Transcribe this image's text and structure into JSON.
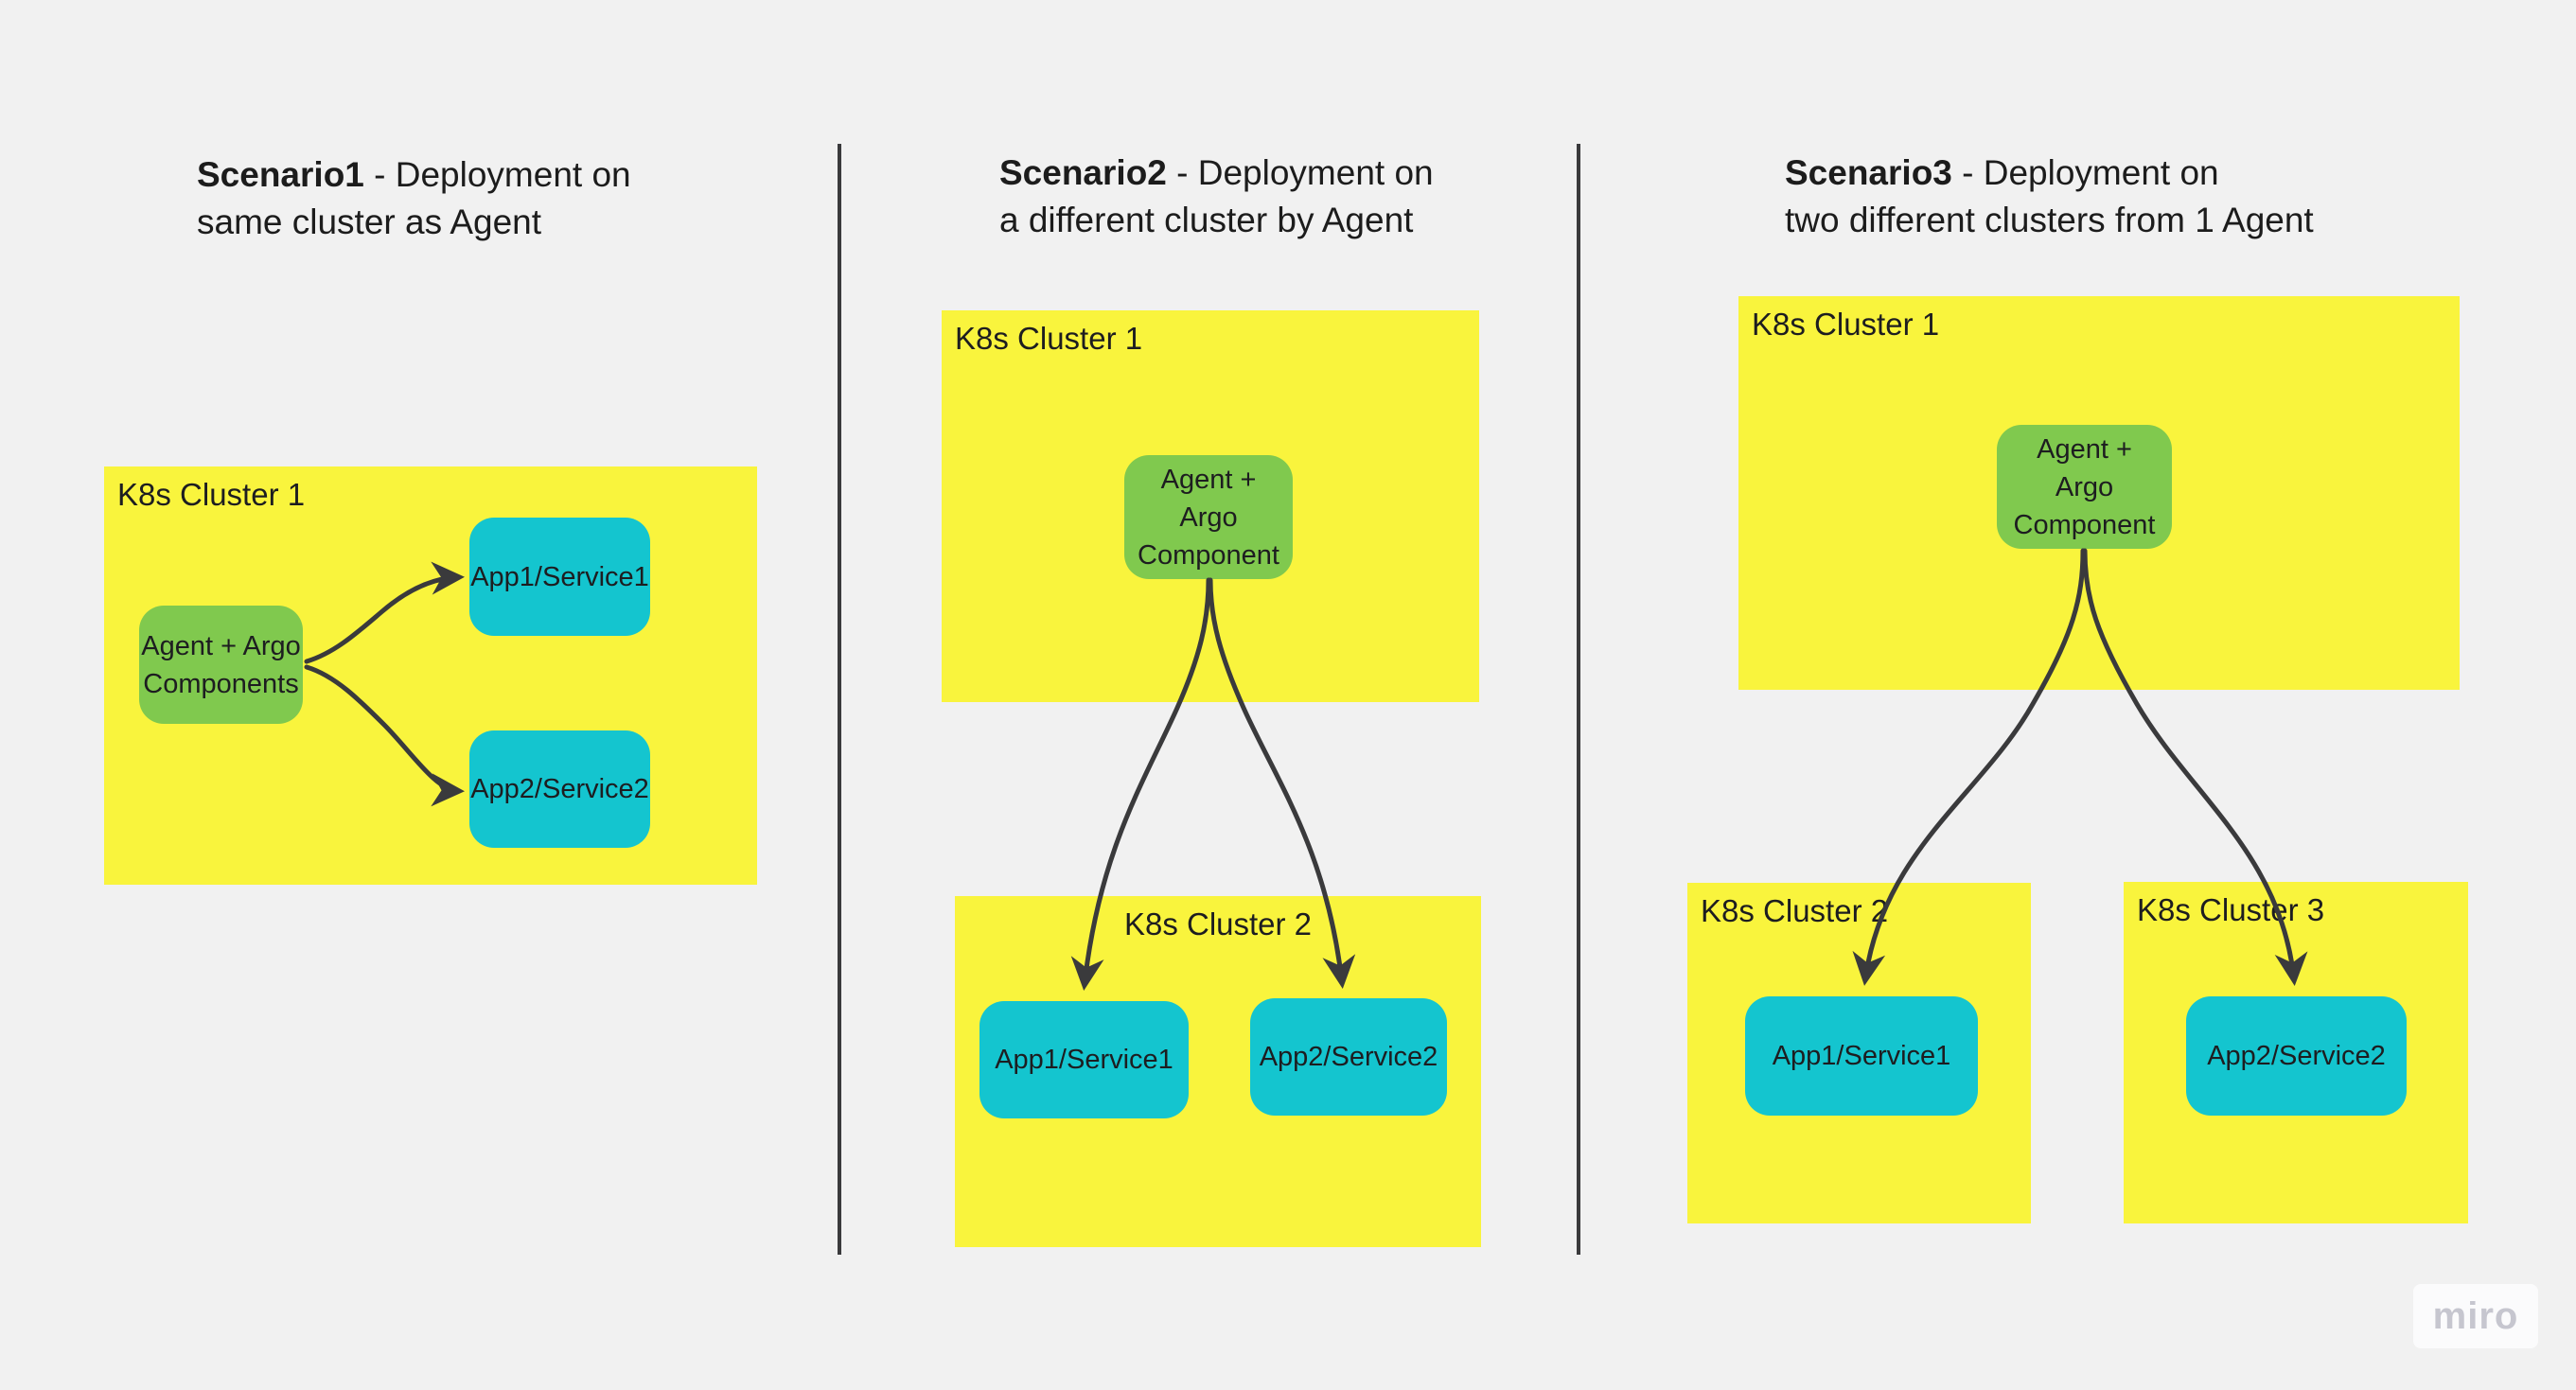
{
  "board": {
    "watermark": "miro"
  },
  "palette": {
    "bg": "#F1F1F1",
    "yellow": "#F9F43D",
    "green": "#80C94E",
    "cyan": "#14C5CF",
    "ink": "#1D1D20",
    "line": "#3A3A3C",
    "wm-bg": "#FBFBFC",
    "wm-text": "#C6C6CF"
  },
  "scenarios": [
    {
      "title_bold": "Scenario1",
      "title_rest": " - Deployment on",
      "title_line2": "same cluster as Agent",
      "cluster1_label": "K8s Cluster 1",
      "agent_lines": [
        "Agent + Argo",
        "Components"
      ],
      "app1_label": "App1/Service1",
      "app2_label": "App2/Service2"
    },
    {
      "title_bold": "Scenario2",
      "title_rest": " - Deployment on",
      "title_line2": "a different cluster by Agent",
      "cluster1_label": "K8s Cluster 1",
      "cluster2_label": "K8s Cluster 2",
      "agent_lines": [
        "Agent +",
        "Argo",
        "Component"
      ],
      "app1_label": "App1/Service1",
      "app2_label": "App2/Service2"
    },
    {
      "title_bold": "Scenario3",
      "title_rest": " - Deployment on",
      "title_line2": "two different clusters from 1 Agent",
      "cluster1_label": "K8s Cluster 1",
      "cluster2_label": "K8s Cluster 2",
      "cluster3_label": "K8s Cluster 3",
      "agent_lines": [
        "Agent +",
        "Argo",
        "Component"
      ],
      "app1_label": "App1/Service1",
      "app2_label": "App2/Service2"
    }
  ]
}
